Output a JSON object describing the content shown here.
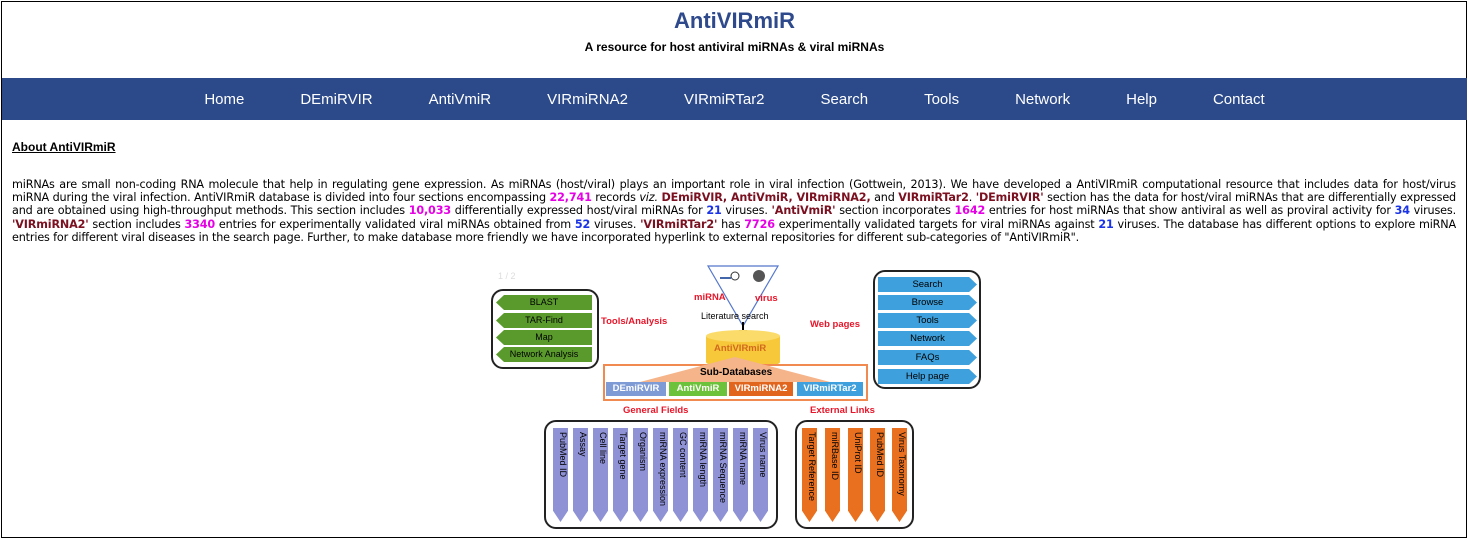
{
  "header": {
    "title": "AntiVIRmiR",
    "subtitle": "A resource for host antiviral miRNAs & viral miRNAs"
  },
  "nav": [
    "Home",
    "DEmiRVIR",
    "AntiVmiR",
    "VIRmiRNA2",
    "VIRmiRTar2",
    "Search",
    "Tools",
    "Network",
    "Help",
    "Contact"
  ],
  "about": {
    "heading": "About AntiVIRmiR",
    "t1": "miRNAs are small non-coding RNA molecule that help in regulating gene expression. As miRNAs (host/viral) plays an important role in viral infection (Gottwein, 2013). We have developed a AntiVIRmiR computational resource that includes data for host/virus miRNA during the viral infection. AntiVIRmiR database is divided into four sections encompassing ",
    "n1": "22,741",
    "t2": " records ",
    "viz": "viz.",
    "t3": " ",
    "names": "DEmiRVIR, AntiVmiR, VIRmiRNA2,",
    "t4": " and ",
    "name4": "VIRmiRTar2",
    "t5": ". ",
    "s1": "'DEmiRVIR'",
    "t6": " section has the data for host/viral miRNAs that are differentially expressed and are obtained using high-throughput methods. This section includes ",
    "n2": "10,033",
    "t7": " differentially expressed host/viral miRNAs for ",
    "n3": "21",
    "t8": " viruses. ",
    "s2": "'AntiVmiR'",
    "t9": " section incorporates ",
    "n4": "1642",
    "t10": " entries for host miRNAs that show antiviral as well as proviral activity for ",
    "n5": "34",
    "t11": " viruses. ",
    "s3": "'VIRmiRNA2'",
    "t12": " section includes ",
    "n6": "3340",
    "t13": " entries for experimentally validated viral miRNAs obtained from ",
    "n7": "52",
    "t14": " viruses. ",
    "s4": "'VIRmiRTar2'",
    "t15": " has ",
    "n8": "7726",
    "t16": " experimentally validated targets for viral miRNAs against ",
    "n9": "21",
    "t17": " viruses. The database has different options to explore miRNA entries for different viral diseases in the search page. Further, to make database more friendly we have incorporated hyperlink to external repositories for different sub-categories of \"AntiVIRmiR\"."
  },
  "diagram": {
    "page_indicator": "1 / 2",
    "tools": [
      "BLAST",
      "TAR-Find",
      "Map",
      "Network Analysis"
    ],
    "tools_label": "Tools/Analysis",
    "web_label": "Web pages",
    "web": [
      "Search",
      "Browse",
      "Tools",
      "Network",
      "FAQs",
      "Help page"
    ],
    "mirna": "miRNA",
    "virus": "virus",
    "lit": "Literature search",
    "db": "AntiVIRmiR",
    "subdb": "Sub-Databases",
    "subs": [
      "DEmiRVIR",
      "AntiVmiR",
      "VIRmiRNA2",
      "VIRmiRTar2"
    ],
    "general_label": "General Fields",
    "external_label": "External Links",
    "general": [
      "PubMed ID",
      "Assay",
      "Cell line",
      "Target gene",
      "Organism",
      "miRNA expression",
      "GC content",
      "miRNA length",
      "miRNA Sequence",
      "miRNA name",
      "Virus name"
    ],
    "external": [
      "Target Reference",
      "miRBase ID",
      "UniProt ID",
      "PubMed ID",
      "Virus Taxonomy"
    ]
  }
}
